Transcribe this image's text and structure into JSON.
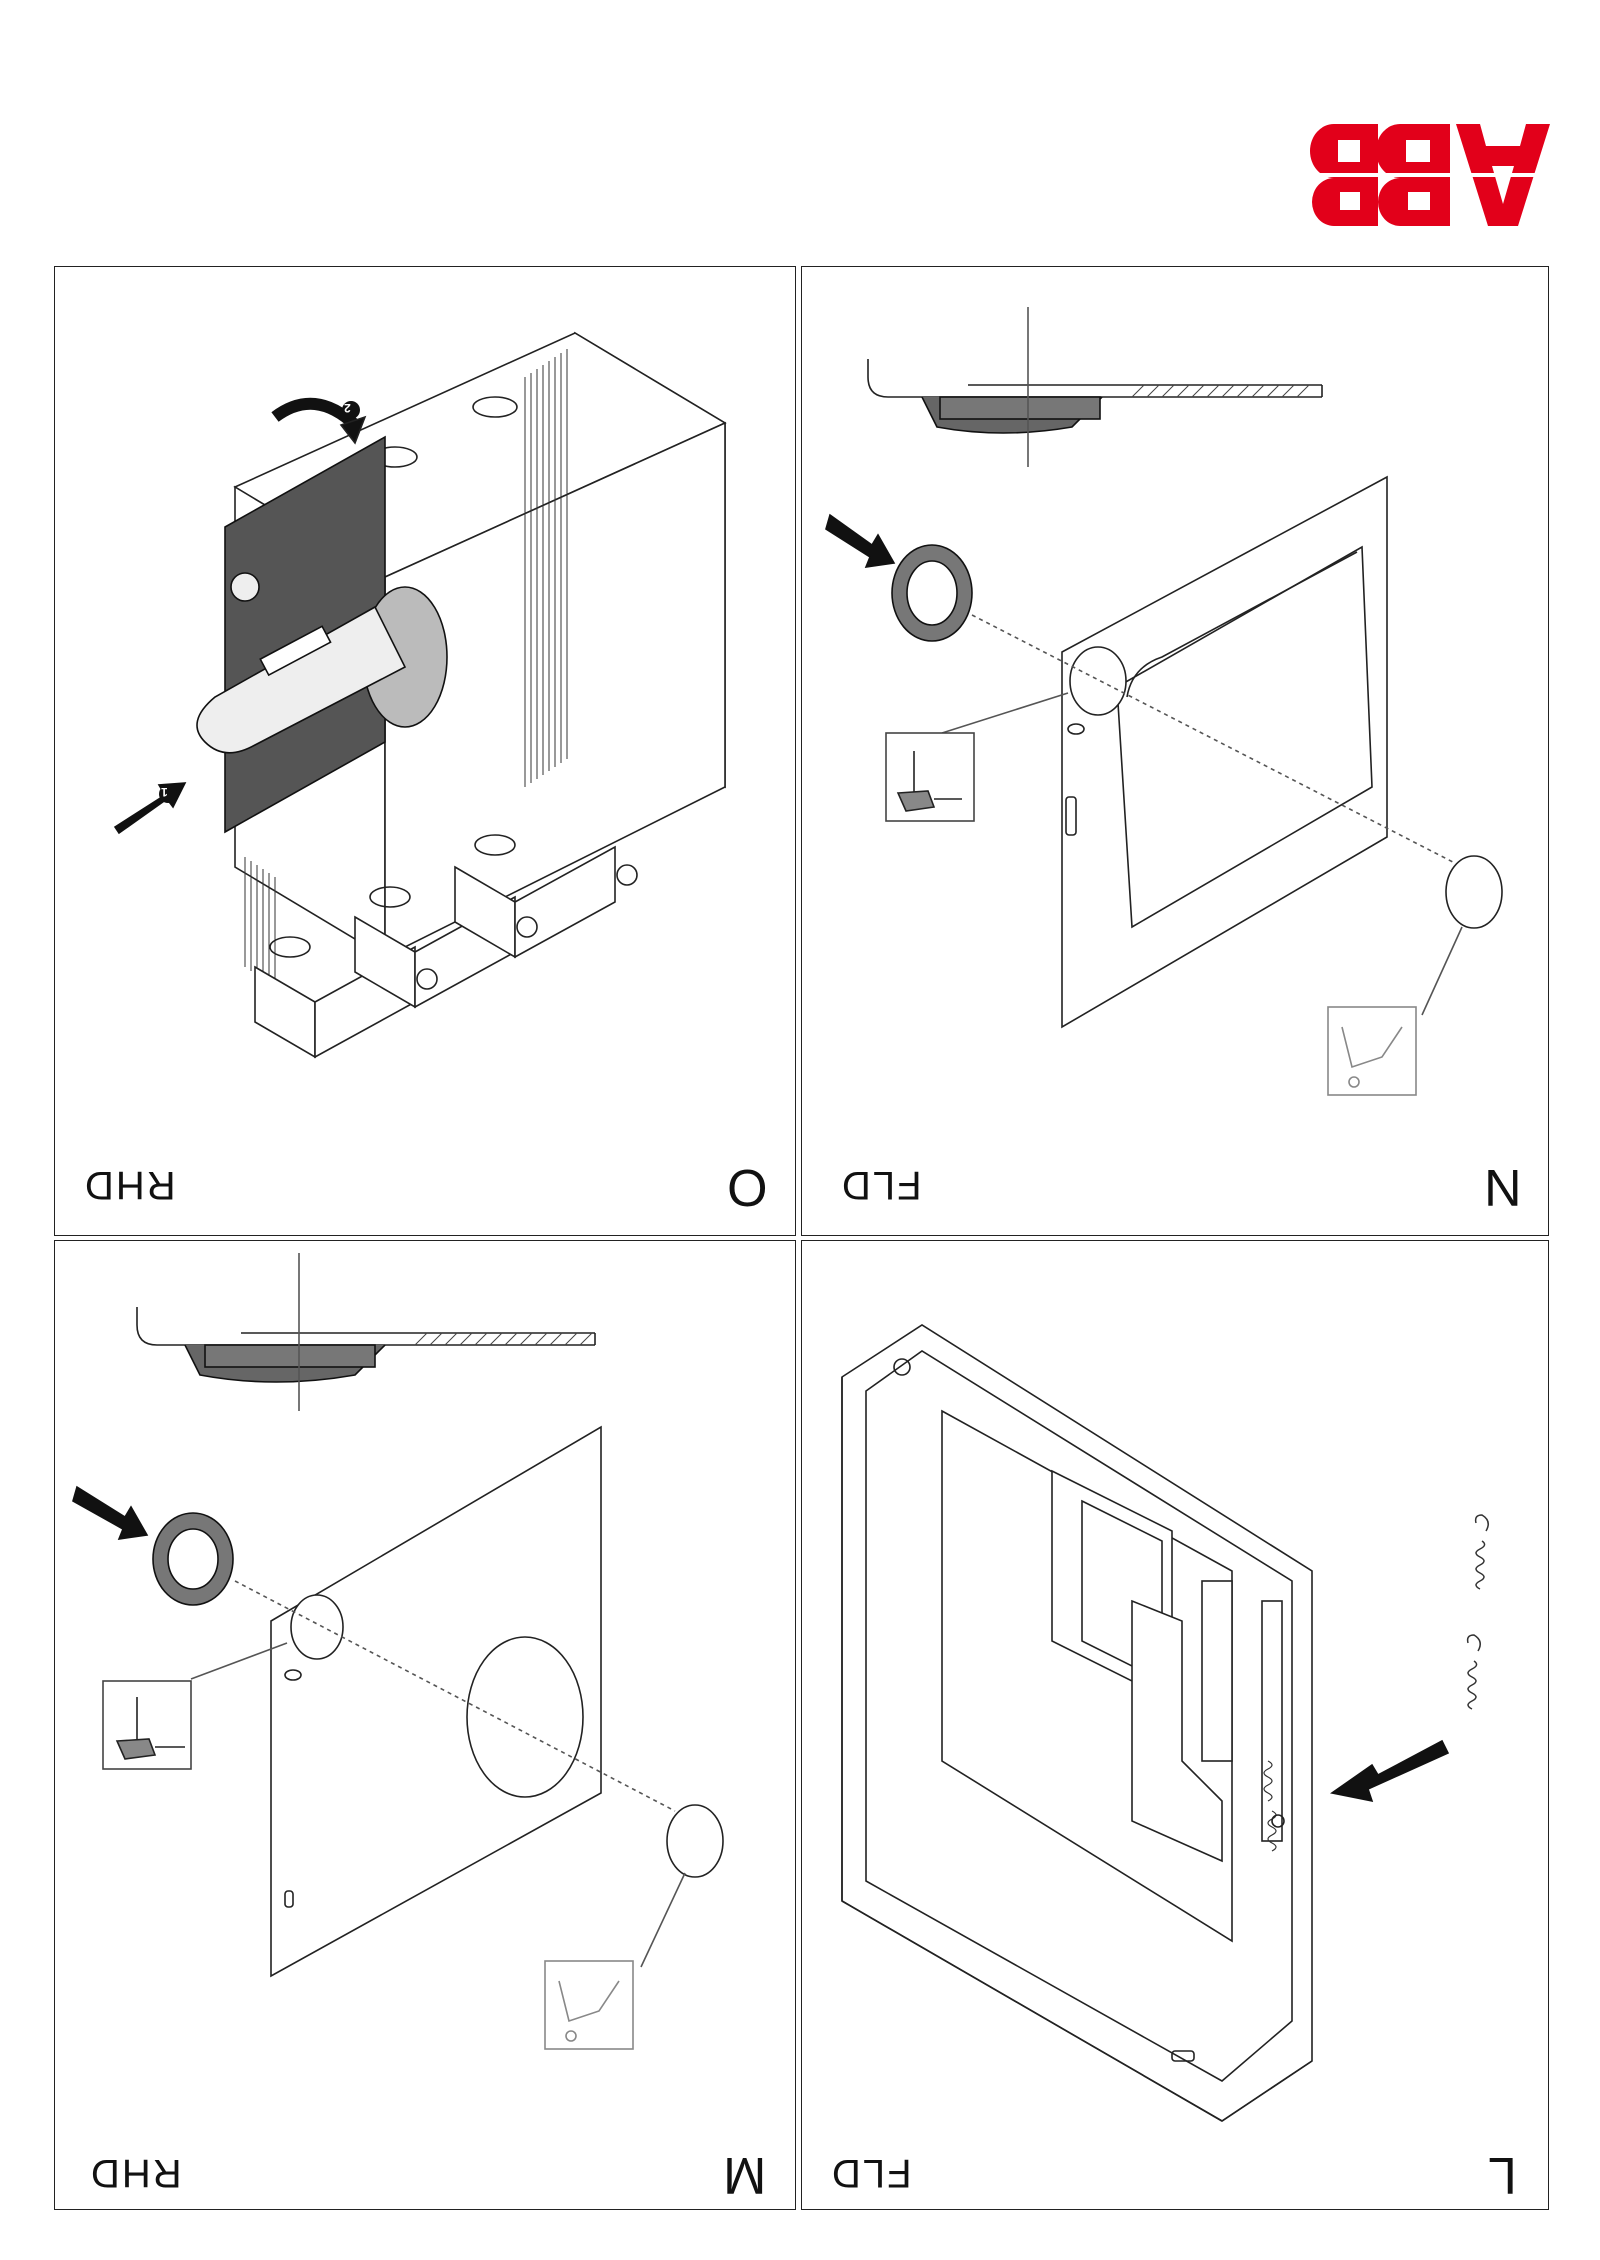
{
  "brand": {
    "logo_text": "ABB",
    "color": "#e2001a"
  },
  "panels": {
    "O": {
      "letter": "O",
      "code": "RHD",
      "arrow1": "1",
      "arrow2": "2"
    },
    "N": {
      "letter": "N",
      "code": "FLD"
    },
    "M": {
      "letter": "M",
      "code": "RHD"
    },
    "L": {
      "letter": "L",
      "code": "FLD"
    }
  }
}
